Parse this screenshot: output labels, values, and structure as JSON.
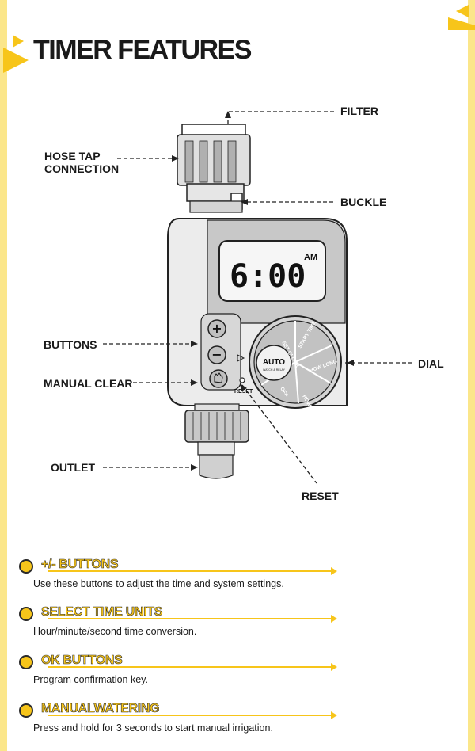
{
  "title": "TIMER FEATURES",
  "callouts": {
    "filter": "FILTER",
    "hose_tap": "HOSE TAP\nCONNECTION",
    "buckle": "BUCKLE",
    "buttons": "BUTTONS",
    "dial": "DIAL",
    "manual_clear": "MANUAL CLEAR",
    "outlet": "OUTLET",
    "reset": "RESET"
  },
  "device": {
    "display_time": "6:00",
    "display_ampm": "AM",
    "plus_symbol": "+",
    "minus_symbol": "−",
    "reset_label": "RESET",
    "dial_center": "AUTO",
    "dial_center_sub": "WATCH & RELAY",
    "dial_segments": [
      "SET CLOCK",
      "START TIME",
      "HOW LONG",
      "HOW OFTEN",
      "OFF"
    ]
  },
  "features": [
    {
      "title": "+/-  BUTTONS",
      "desc": "Use these buttons to adjust the time and system settings."
    },
    {
      "title": "SELECT TIME UNITS",
      "desc": "Hour/minute/second time conversion."
    },
    {
      "title": "OK BUTTONS",
      "desc": "Program confirmation key."
    },
    {
      "title": "MANUALWATERING",
      "desc": "Press and hold for 3 seconds to start manual irrigation."
    }
  ],
  "colors": {
    "accent": "#f7c51a",
    "border": "#fbe68a",
    "device_gray": "#c8c8c8"
  }
}
